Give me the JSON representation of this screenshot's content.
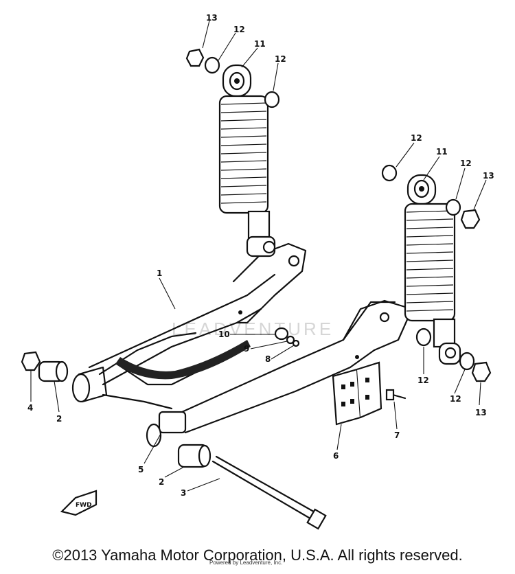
{
  "diagram": {
    "callouts": {
      "c1": "1",
      "c2a": "2",
      "c2b": "2",
      "c3": "3",
      "c4": "4",
      "c5": "5",
      "c6": "6",
      "c7": "7",
      "c8": "8",
      "c9": "9",
      "c10": "10",
      "c11a": "11",
      "c11b": "11",
      "c12a": "12",
      "c12b": "12",
      "c12c": "12",
      "c12d": "12",
      "c12e": "12",
      "c12f": "12",
      "c13a": "13",
      "c13b": "13",
      "c13c": "13"
    },
    "direction_badge": "FWD",
    "watermark": "LEADVENTURE"
  },
  "footer": {
    "copyright": "©2013 Yamaha Motor Corporation, U.S.A. All rights reserved.",
    "credit": "Powered by Leadventure, Inc."
  }
}
